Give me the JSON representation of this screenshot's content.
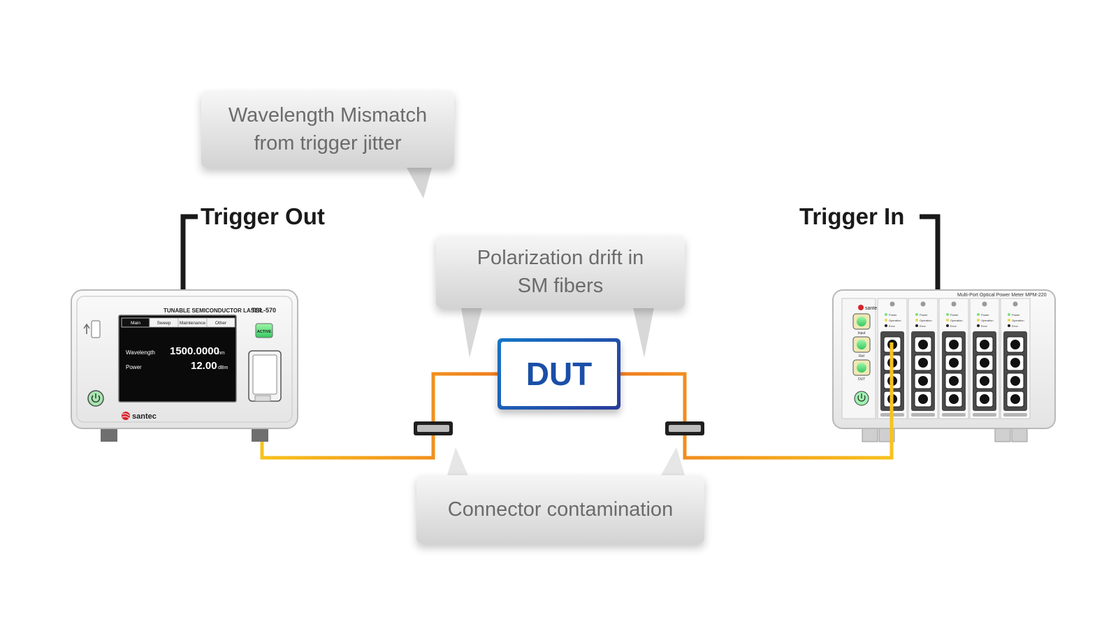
{
  "callouts": {
    "wavelength": [
      "Wavelength Mismatch",
      "from trigger jitter"
    ],
    "polarization": [
      "Polarization drift in",
      "SM fibers"
    ],
    "connector": [
      "Connector contamination"
    ]
  },
  "trigger": {
    "out_label": "Trigger Out",
    "in_label": "Trigger In"
  },
  "dut": {
    "label": "DUT"
  },
  "laser": {
    "model_caption": "TUNABLE SEMICONDUCTOR LASER",
    "model": "TSL-570",
    "tabs": [
      "Main",
      "Sweep",
      "Maintenance",
      "Other"
    ],
    "active_button": "ACTIVE",
    "wavelength_label": "Wavelength",
    "wavelength_value": "1500.0000",
    "wavelength_unit": "nm",
    "power_label": "Power",
    "power_value": "12.00",
    "power_unit": "dBm",
    "brand": "santec"
  },
  "meter": {
    "title": "Multi-Port Optical Power Meter MPM-220",
    "brand": "santec",
    "side_buttons": [
      "Input",
      "Ref",
      "OUT"
    ],
    "status_labels": [
      "Power",
      "Operation",
      "Error"
    ]
  },
  "colors": {
    "fiber_start": "#f7c21c",
    "fiber_end": "#ef7d1f",
    "trigger_cable": "#1a1a1a",
    "dut_border": "#1a6cc0"
  }
}
